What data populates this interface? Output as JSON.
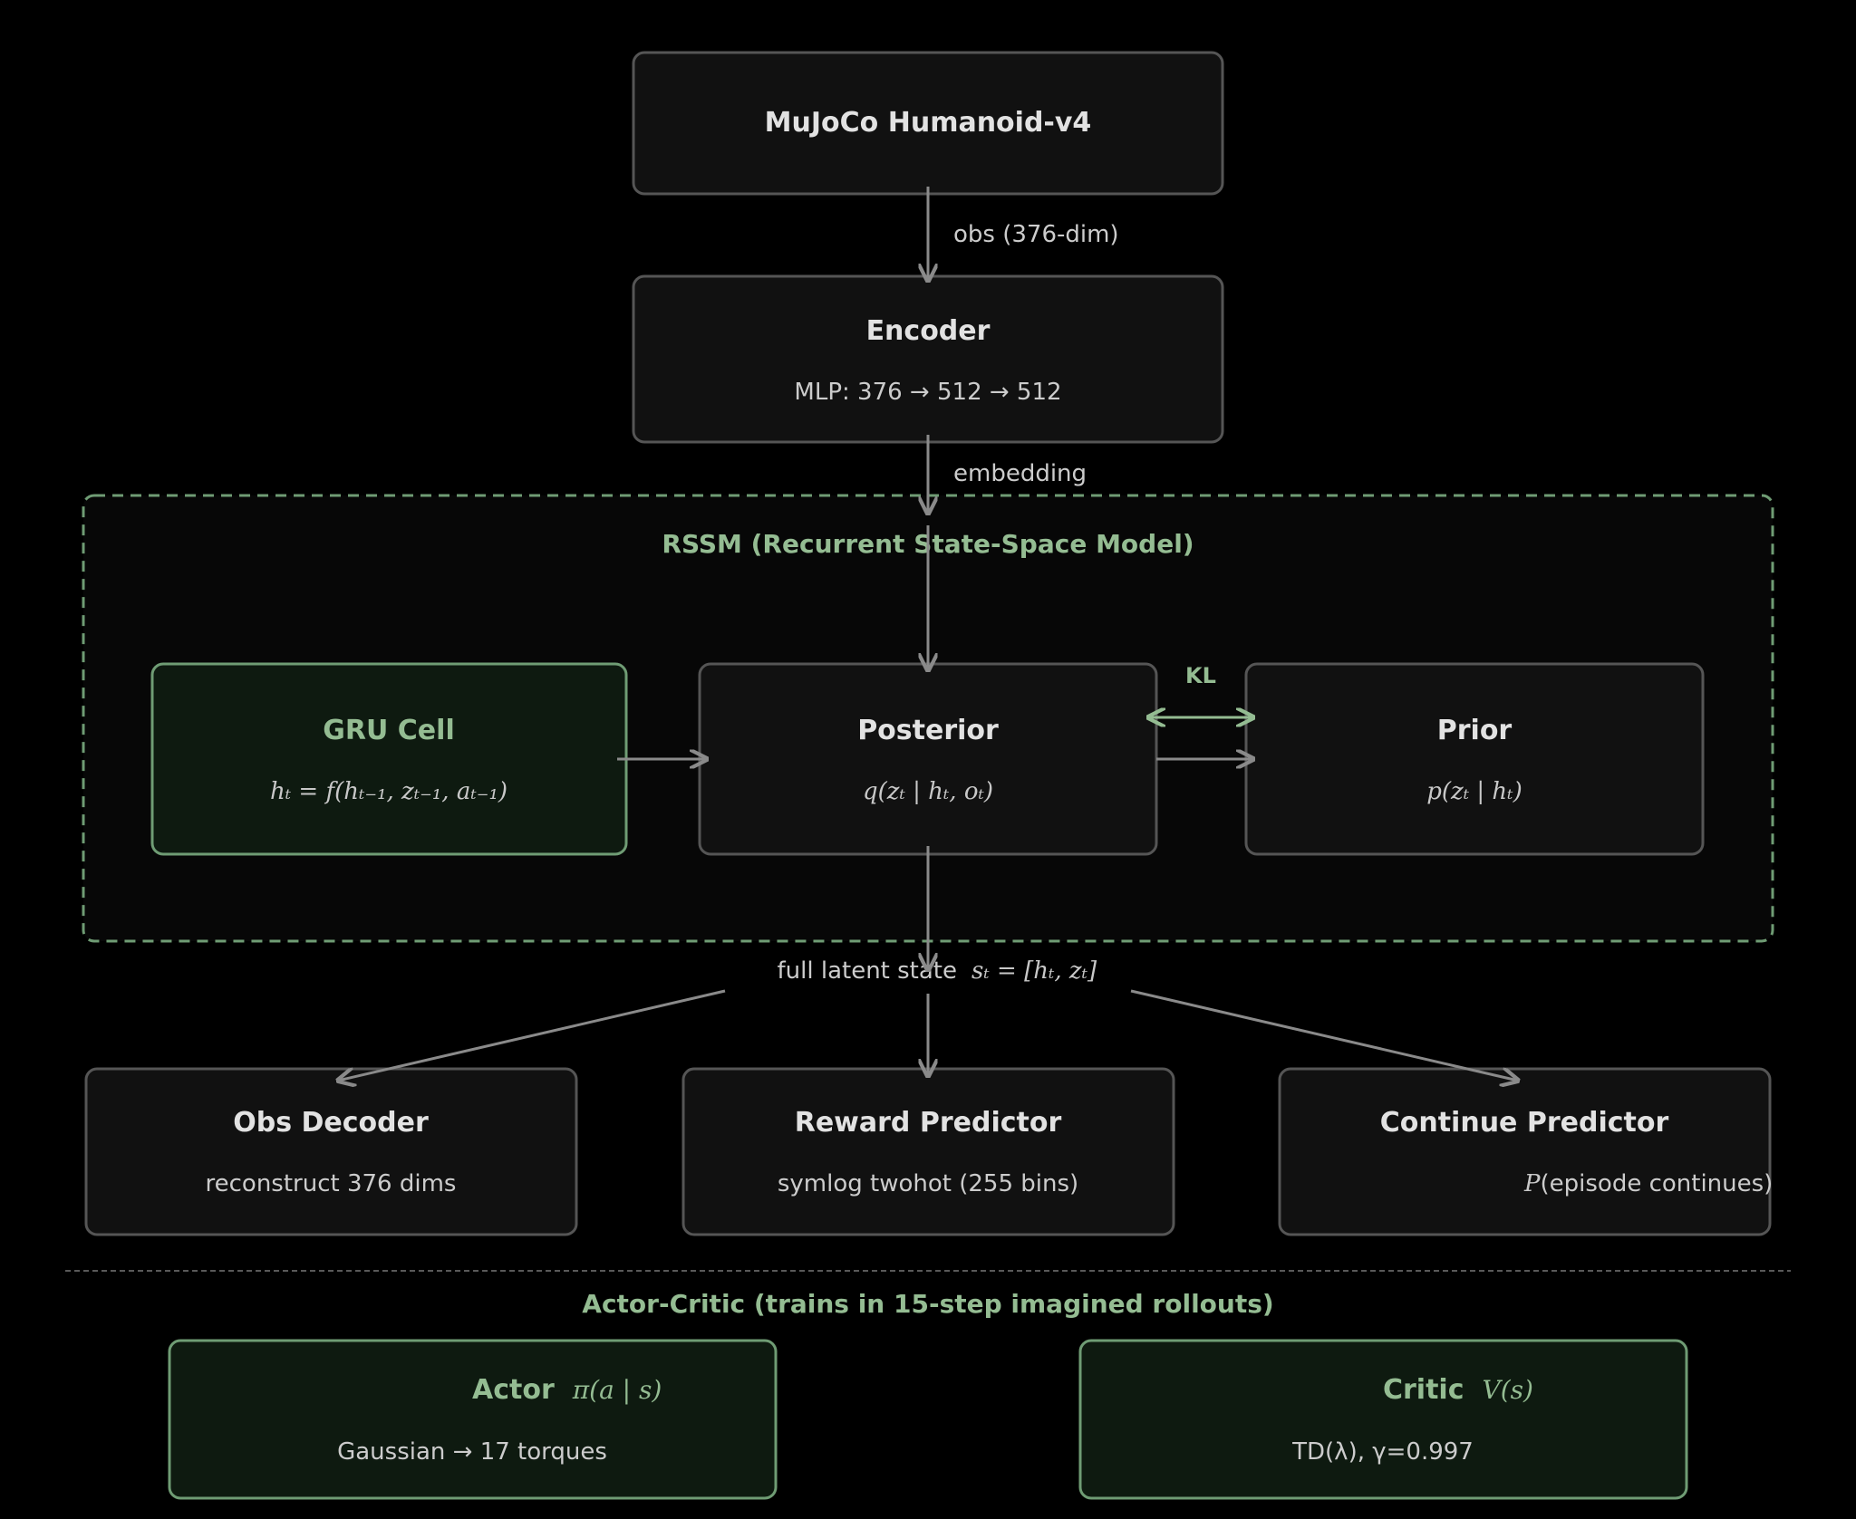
{
  "env": {
    "title": "MuJoCo Humanoid-v4"
  },
  "edges": {
    "obs_label": "obs (376-dim)",
    "embedding_label": "embedding",
    "kl_label": "KL"
  },
  "encoder": {
    "title": "Encoder",
    "detail": "MLP:  376 → 512 → 512"
  },
  "rssm": {
    "title": "RSSM  (Recurrent State-Space Model)",
    "gru": {
      "title": "GRU Cell",
      "formula": "hₜ = f(hₜ₋₁, zₜ₋₁, aₜ₋₁)"
    },
    "posterior": {
      "title": "Posterior",
      "formula": "q(zₜ | hₜ, oₜ)"
    },
    "prior": {
      "title": "Prior",
      "formula": "p(zₜ | hₜ)"
    }
  },
  "latent": {
    "label": "full latent state",
    "formula": "sₜ = [hₜ, zₜ]"
  },
  "heads": {
    "obs_decoder": {
      "title": "Obs Decoder",
      "detail": "reconstruct 376 dims"
    },
    "reward": {
      "title": "Reward Predictor",
      "detail": "symlog twohot (255 bins)"
    },
    "continue": {
      "title": "Continue Predictor",
      "detail_symbol": "P",
      "detail": "(episode continues)"
    }
  },
  "actor_critic": {
    "title": "Actor-Critic  (trains in 15-step imagined rollouts)",
    "actor": {
      "title": "Actor",
      "formula": "π(a | s)",
      "detail": "Gaussian → 17 torques"
    },
    "critic": {
      "title": "Critic",
      "formula": "V(s)",
      "detail": "TD(λ),  γ=0.997"
    }
  },
  "colors": {
    "accent_green": "#94bc92",
    "box_border": "#555555",
    "arrow": "#8a8a8a"
  }
}
